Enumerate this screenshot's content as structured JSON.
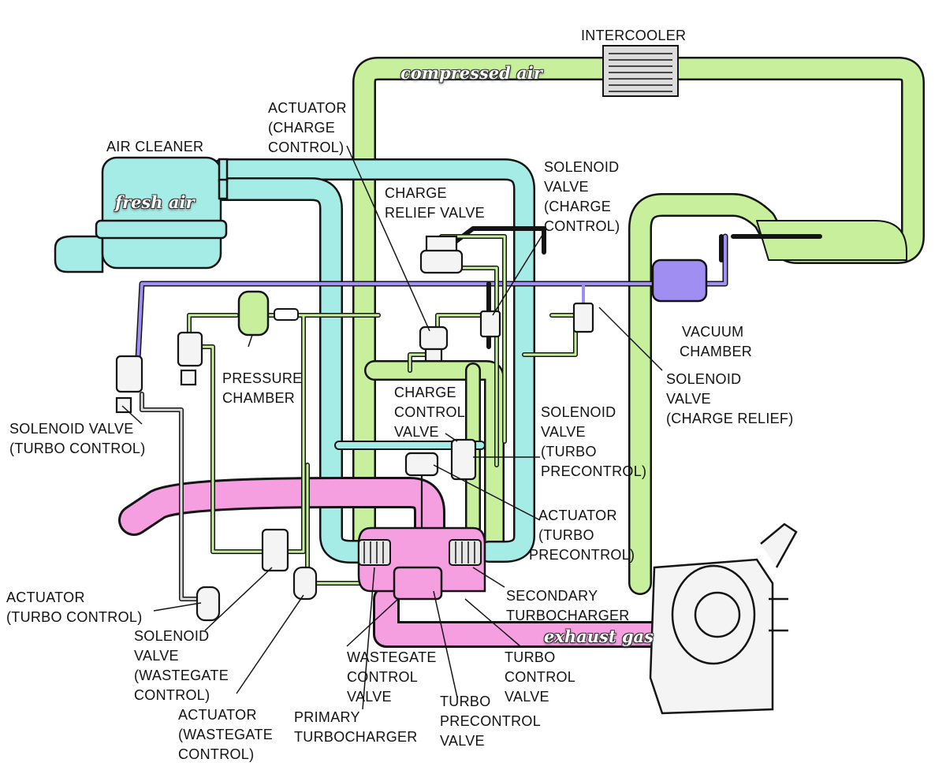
{
  "colors": {
    "compressed_air": "#c8ef9c",
    "fresh_air": "#a6ece6",
    "exhaust_gas": "#f59ee0",
    "vacuum_line": "#a08ef2",
    "outline": "#141414"
  },
  "flow_labels": {
    "compressed_air": "compressed air",
    "fresh_air": "fresh air",
    "exhaust_gas": "exhaust gas"
  },
  "labels": {
    "intercooler": [
      "INTERCOOLER"
    ],
    "actuator_charge_control": [
      "ACTUATOR",
      "(CHARGE",
      "CONTROL)"
    ],
    "air_cleaner": [
      "AIR CLEANER"
    ],
    "charge_relief_valve": [
      "CHARGE",
      "RELIEF VALVE"
    ],
    "solenoid_valve_charge_control": [
      "SOLENOID",
      "VALVE",
      "(CHARGE",
      "CONTROL)"
    ],
    "vacuum_chamber": [
      "VACUUM",
      "CHAMBER"
    ],
    "pressure_chamber": [
      "PRESSURE",
      "CHAMBER"
    ],
    "solenoid_valve_charge_relief": [
      "SOLENOID",
      "VALVE",
      "(CHARGE RELIEF)"
    ],
    "charge_control_valve": [
      "CHARGE",
      "CONTROL",
      "VALVE"
    ],
    "solenoid_valve_turbo_control": [
      "SOLENOID VALVE",
      "(TURBO CONTROL)"
    ],
    "solenoid_valve_turbo_precontrol": [
      "SOLENOID",
      "VALVE",
      "(TURBO",
      "PRECONTROL)"
    ],
    "actuator_turbo_precontrol": [
      "ACTUATOR",
      "(TURBO",
      "PRECONTROL)"
    ],
    "actuator_turbo_control": [
      "ACTUATOR",
      "(TURBO CONTROL)"
    ],
    "secondary_turbocharger": [
      "SECONDARY",
      "TURBOCHARGER"
    ],
    "solenoid_valve_wastegate_control": [
      "SOLENOID",
      "VALVE",
      "(WASTEGATE",
      "CONTROL)"
    ],
    "wastegate_control_valve": [
      "WASTEGATE",
      "CONTROL",
      "VALVE"
    ],
    "turbo_control_valve": [
      "TURBO",
      "CONTROL",
      "VALVE"
    ],
    "actuator_wastegate_control": [
      "ACTUATOR",
      "(WASTEGATE",
      "CONTROL)"
    ],
    "primary_turbocharger": [
      "PRIMARY",
      "TURBOCHARGER"
    ],
    "turbo_precontrol_valve": [
      "TURBO",
      "PRECONTROL",
      "VALVE"
    ]
  }
}
